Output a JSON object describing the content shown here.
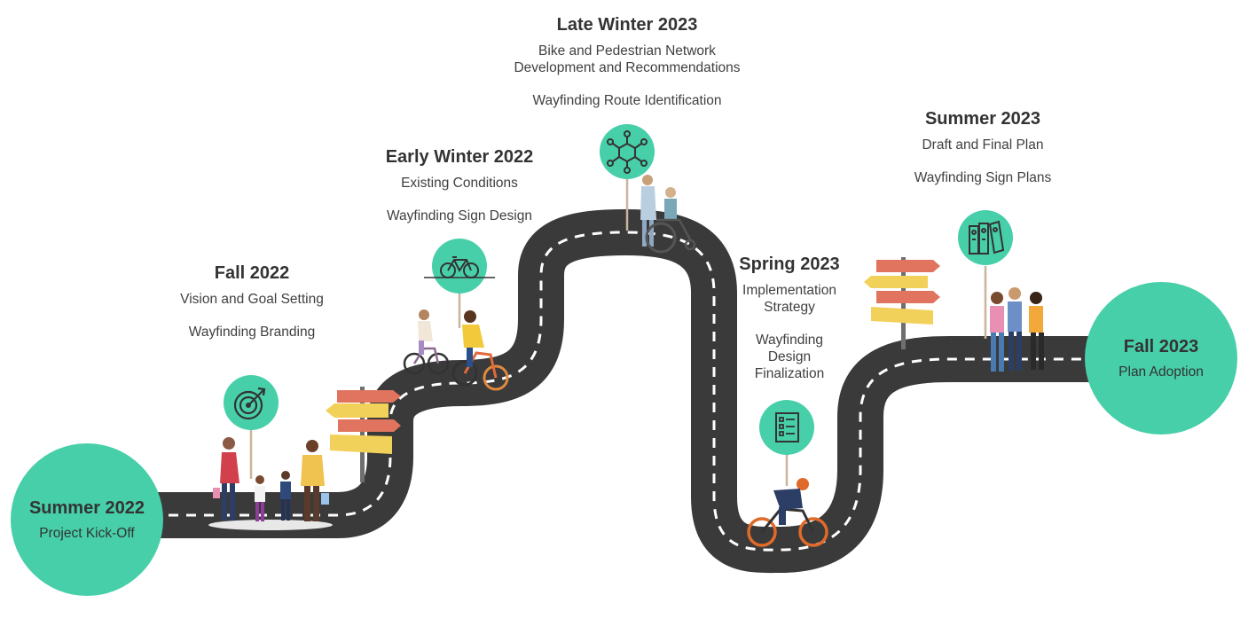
{
  "colors": {
    "accent": "#47cfa9",
    "road": "#3a3a3a",
    "road_marking": "#ffffff",
    "sign_red": "#e0745e",
    "sign_yellow": "#f2d15a"
  },
  "start": {
    "title": "Summer 2022",
    "subtitle": "Project Kick-Off"
  },
  "end": {
    "title": "Fall 2023",
    "subtitle": "Plan Adoption"
  },
  "milestones": [
    {
      "title": "Fall 2022",
      "lines": [
        "Vision and Goal Setting",
        "Wayfinding Branding"
      ],
      "icon": "target-icon"
    },
    {
      "title": "Early Winter 2022",
      "lines": [
        "Existing Conditions",
        "Wayfinding Sign Design"
      ],
      "icon": "bicycle-icon"
    },
    {
      "title": "Late Winter 2023",
      "lines": [
        "Bike and Pedestrian Network",
        "Development and Recommendations",
        "Wayfinding Route Identification"
      ],
      "icon": "network-icon"
    },
    {
      "title": "Spring 2023",
      "lines": [
        "Implementation",
        "Strategy",
        "Wayfinding",
        "Design",
        "Finalization"
      ],
      "icon": "checklist-icon"
    },
    {
      "title": "Summer 2023",
      "lines": [
        "Draft and Final Plan",
        "Wayfinding Sign Plans"
      ],
      "icon": "binders-icon"
    }
  ]
}
